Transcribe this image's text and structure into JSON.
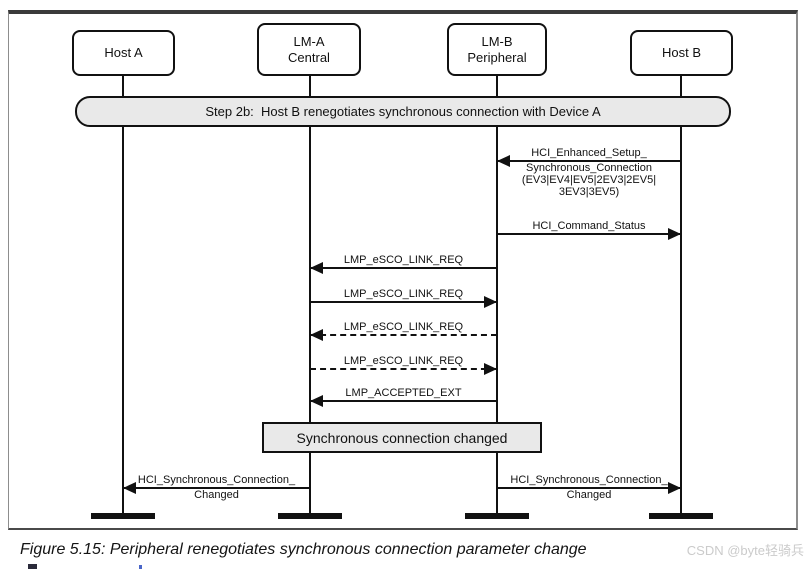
{
  "figure": {
    "caption": "Figure 5.15: Peripheral renegotiates synchronous connection parameter change",
    "watermark": "CSDN @byte轻骑兵"
  },
  "diagram": {
    "type": "sequence",
    "actors": [
      {
        "name": "Host A",
        "line1": "Host A",
        "line2": ""
      },
      {
        "name": "LM-A Central",
        "line1": "LM-A",
        "line2": "Central"
      },
      {
        "name": "LM-B Peripheral",
        "line1": "LM-B",
        "line2": "Peripheral"
      },
      {
        "name": "Host B",
        "line1": "Host B",
        "line2": ""
      }
    ],
    "banner": "Step 2b:  Host B renegotiates synchronous connection with Device A",
    "messages": [
      {
        "from": "Host B",
        "to": "LM-B Peripheral",
        "style": "solid",
        "above": "HCI_Enhanced_Setup_",
        "below": [
          "Synchronous_Connection",
          "(EV3|EV4|EV5|2EV3|2EV5|",
          "3EV3|3EV5)"
        ]
      },
      {
        "from": "LM-B Peripheral",
        "to": "Host B",
        "style": "solid",
        "above": "HCI_Command_Status",
        "below": []
      },
      {
        "from": "LM-B Peripheral",
        "to": "LM-A Central",
        "style": "solid",
        "above": "LMP_eSCO_LINK_REQ",
        "below": []
      },
      {
        "from": "LM-A Central",
        "to": "LM-B Peripheral",
        "style": "solid",
        "above": "LMP_eSCO_LINK_REQ",
        "below": []
      },
      {
        "from": "LM-B Peripheral",
        "to": "LM-A Central",
        "style": "dashed",
        "above": "LMP_eSCO_LINK_REQ",
        "below": []
      },
      {
        "from": "LM-A Central",
        "to": "LM-B Peripheral",
        "style": "dashed",
        "above": "LMP_eSCO_LINK_REQ",
        "below": []
      },
      {
        "from": "LM-B Peripheral",
        "to": "LM-A Central",
        "style": "solid",
        "above": "LMP_ACCEPTED_EXT",
        "below": []
      },
      {
        "from": "LM-A Central",
        "to": "Host A",
        "style": "solid",
        "above": "HCI_Synchronous_Connection_",
        "below": [
          "Changed"
        ]
      },
      {
        "from": "LM-B Peripheral",
        "to": "Host B",
        "style": "solid",
        "above": "HCI_Synchronous_Connection_",
        "below": [
          "Changed"
        ]
      }
    ],
    "note": "Synchronous connection changed",
    "colors": {
      "line": "#111111",
      "box_fill": "#e9e9e9",
      "watermark": "#cbcbcb"
    }
  }
}
